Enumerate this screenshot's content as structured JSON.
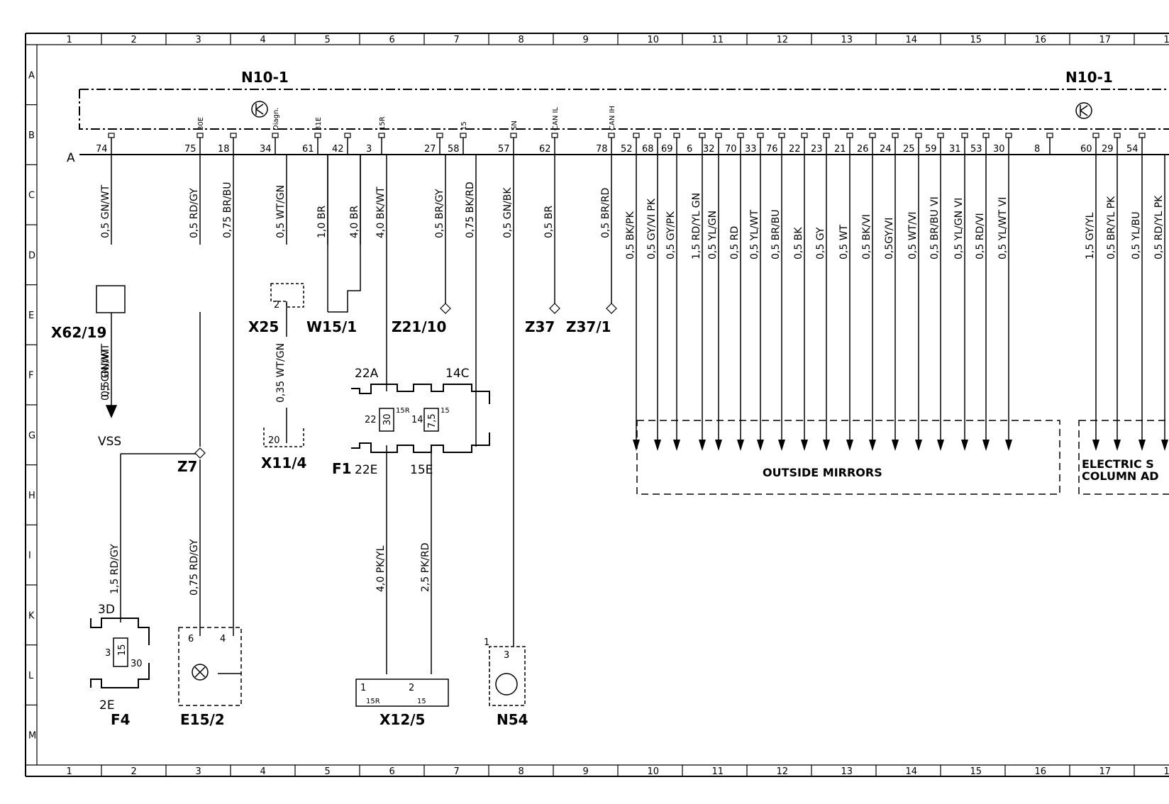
{
  "grid": {
    "columns": [
      "1",
      "2",
      "3",
      "4",
      "5",
      "6",
      "7",
      "8",
      "9",
      "10",
      "11",
      "12",
      "13",
      "14",
      "15",
      "16",
      "17",
      "1"
    ],
    "rows": [
      "A",
      "B",
      "C",
      "D",
      "E",
      "F",
      "G",
      "H",
      "I",
      "K",
      "L",
      "M"
    ]
  },
  "module": {
    "name_left": "N10-1",
    "name_right": "N10-1",
    "connector": "A"
  },
  "pins": [
    {
      "n": "74",
      "t": ""
    },
    {
      "n": "75",
      "t": "30E"
    },
    {
      "n": "18",
      "t": ""
    },
    {
      "n": "34",
      "t": "Diagn."
    },
    {
      "n": "61",
      "t": "31E"
    },
    {
      "n": "42",
      "t": ""
    },
    {
      "n": "3",
      "t": "15R"
    },
    {
      "n": "27",
      "t": ""
    },
    {
      "n": "58",
      "t": "15"
    },
    {
      "n": "57",
      "t": "SN"
    },
    {
      "n": "62",
      "t": "CAN IL"
    },
    {
      "n": "78",
      "t": "CAN IH"
    },
    {
      "n": "52",
      "t": ""
    },
    {
      "n": "68",
      "t": ""
    },
    {
      "n": "69",
      "t": ""
    },
    {
      "n": "6",
      "t": ""
    },
    {
      "n": "32",
      "t": ""
    },
    {
      "n": "70",
      "t": ""
    },
    {
      "n": "33",
      "t": ""
    },
    {
      "n": "76",
      "t": ""
    },
    {
      "n": "22",
      "t": ""
    },
    {
      "n": "23",
      "t": ""
    },
    {
      "n": "21",
      "t": ""
    },
    {
      "n": "26",
      "t": ""
    },
    {
      "n": "24",
      "t": ""
    },
    {
      "n": "25",
      "t": ""
    },
    {
      "n": "59",
      "t": ""
    },
    {
      "n": "31",
      "t": ""
    },
    {
      "n": "53",
      "t": ""
    },
    {
      "n": "30",
      "t": ""
    },
    {
      "n": "8",
      "t": ""
    },
    {
      "n": "60",
      "t": ""
    },
    {
      "n": "29",
      "t": ""
    },
    {
      "n": "54",
      "t": ""
    }
  ],
  "wires_left": [
    "0,5 GN/WT",
    "0,5 RD/GY",
    "0,75 BR/BU",
    "0,5 WT/GN",
    "1,0 BR",
    "4,0 BR",
    "4,0 BK/WT",
    "0,5 BR/GY",
    "0,75 BK/RD",
    "0,5 GN/BK",
    "0,5 BR",
    "0,5 BR/RD"
  ],
  "wires_mirror": [
    "0,5 BK/PK",
    "0,5 GY/VI PK",
    "0,5 GY/PK",
    "1,5 RD/YL GN",
    "0,5 YL/GN",
    "0,5 RD",
    "0,5 YL/WT",
    "0,5 BR/BU",
    "0,5 BK",
    "0,5 GY",
    "0,5 WT",
    "0,5 BK/VI",
    "0,5GY/VI",
    "0,5 WT/VI",
    "0,5 BR/BU VI",
    "0,5 YL/GN VI",
    "0,5 RD/VI",
    "0,5 YL/WT VI"
  ],
  "wires_column": [
    "1,5 GY/YL",
    "0,5 BR/YL PK",
    "0,5 YL/BU",
    "0,5 RD/YL PK"
  ],
  "wires_lower": {
    "x62": "0,5 GN/WT",
    "vss": "0,5 GN/WT",
    "x11": "0,35 WT/GN",
    "z7_f4": "1,5 RD/GY",
    "z7_e15": "0,75 RD/GY",
    "f1_x12_1": "4,0 PK/YL",
    "f1_x12_2": "2,5 PK/RD"
  },
  "components": {
    "x62": "X62/19",
    "vss": "VSS",
    "z7": "Z7",
    "x25": "X25",
    "w15": "W15/1",
    "x11": "X11/4",
    "z21": "Z21/10",
    "f1": "F1",
    "z37": "Z37",
    "z371": "Z37/1",
    "f4": "F4",
    "e15": "E15/2",
    "x12": "X12/5",
    "n54": "N54"
  },
  "f1_labels": {
    "top_left": "22A",
    "top_right": "14C",
    "bottom_left": "22E",
    "bottom_right": "15E",
    "fuse1": "30",
    "fuse2": "7,5",
    "p22": "22",
    "p14": "14",
    "t15r": "15R",
    "t15": "15"
  },
  "f4_labels": {
    "top": "3D",
    "bottom": "2E",
    "left": "3",
    "fuse": "15",
    "right": "30"
  },
  "x12_labels": {
    "p1": "1",
    "p2": "2",
    "t1": "15R",
    "t2": "15"
  },
  "e15_labels": {
    "p6": "6",
    "p4": "4"
  },
  "misc_labels": {
    "x25_pin": "2",
    "x11_pin": "20",
    "n54_pin": "3",
    "n54_ref": "1"
  },
  "boxes": {
    "mirrors": "OUTSIDE MIRRORS",
    "column_line1": "ELECTRIC S",
    "column_line2": "COLUMN AD"
  }
}
